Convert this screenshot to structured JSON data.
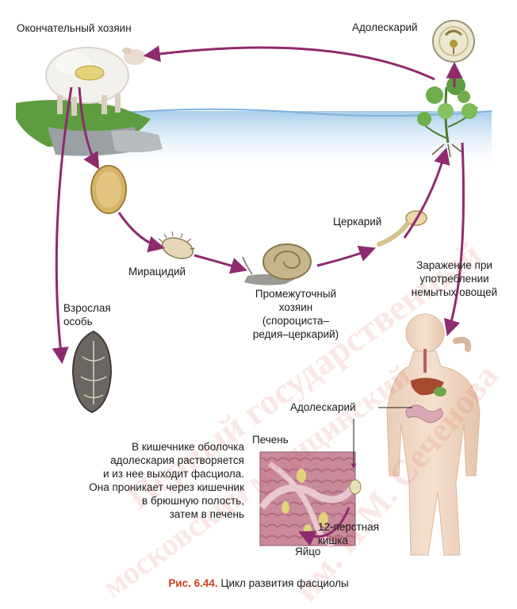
{
  "labels": {
    "definitive_host": "Окончательный хозяин",
    "adolescaria_top": "Адолескарий",
    "cercaria": "Церкарий",
    "miracidium": "Мирацидий",
    "adult": "Взрослая\nособь",
    "intermediate_host": "Промежуточный\nхозяин\n(спороциста–\nредия–церкарий)",
    "infection": "Заражение при\nупотреблении\nнемытых овощей",
    "adolescaria_bottom": "Адолескарий",
    "liver": "Печень",
    "egg": "Яйцо",
    "duodenum": "12-перстная\nкишка",
    "intestine_note": "В кишечнике оболочка\nадолескария растворяется\nи из нее выходит фасциола.\nОна проникает через кишечник\nв брюшную полость,\nзатем в печень"
  },
  "caption": {
    "number": "Рис. 6.44.",
    "text": "Цикл развития фасциолы"
  },
  "watermark": {
    "lines": [
      "Первый государственный",
      "московский медицинский",
      "им. И.М. Сеченова"
    ]
  },
  "colors": {
    "arrow": "#8e2a6e",
    "water": "#b9d8ef",
    "grass": "#6fae4c",
    "caption_accent": "#c8411f"
  }
}
